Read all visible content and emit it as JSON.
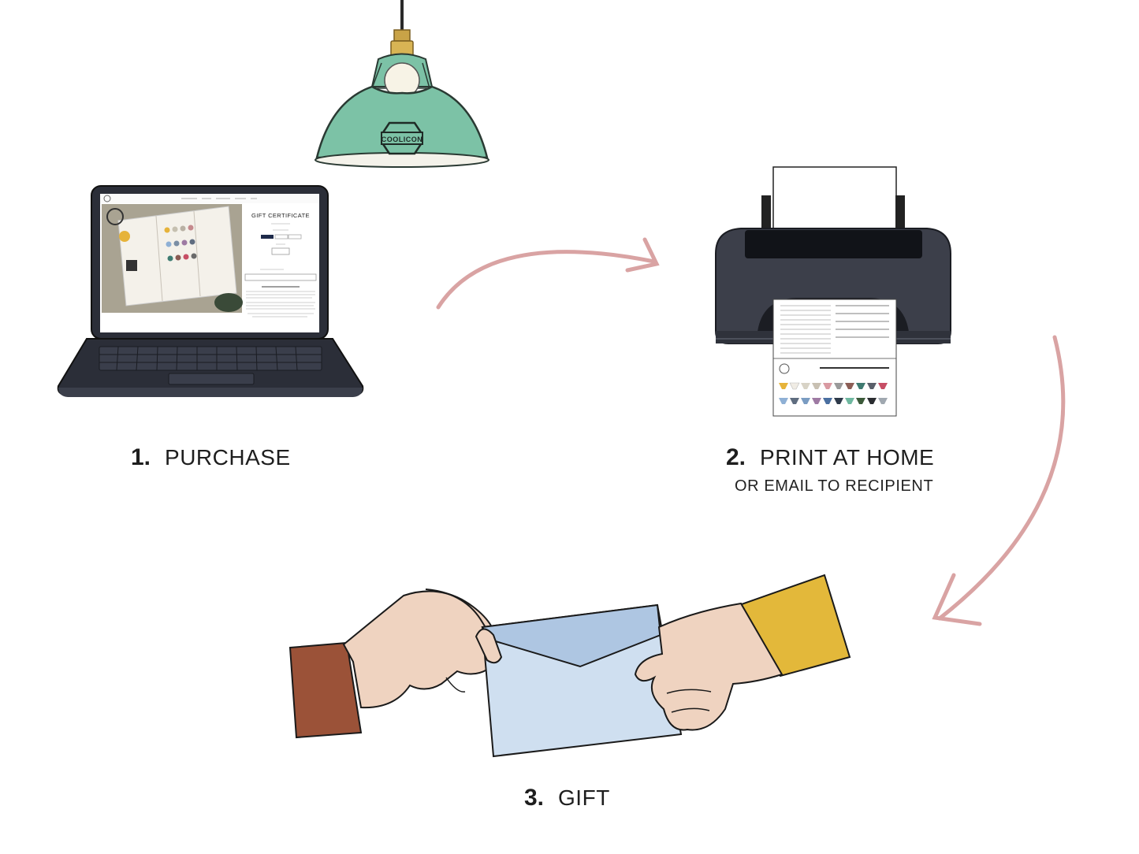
{
  "lamp": {
    "logo_text": "COOLICON"
  },
  "laptop_screen": {
    "heading": "GIFT CERTIFICATE"
  },
  "steps": [
    {
      "number": "1.",
      "label": "PURCHASE"
    },
    {
      "number": "2.",
      "label": "PRINT AT HOME",
      "sub": "OR EMAIL TO RECIPIENT"
    },
    {
      "number": "3.",
      "label": "GIFT"
    }
  ],
  "colors": {
    "arrow": "#d9a3a3",
    "lamp": "#7cc2a6",
    "printer": "#3c3f4a",
    "laptop": "#2b2e38",
    "envelope": "#cfdff0",
    "sleeve_left": "#9b5238",
    "sleeve_right": "#e3b83a",
    "skin": "#efd3c0"
  }
}
